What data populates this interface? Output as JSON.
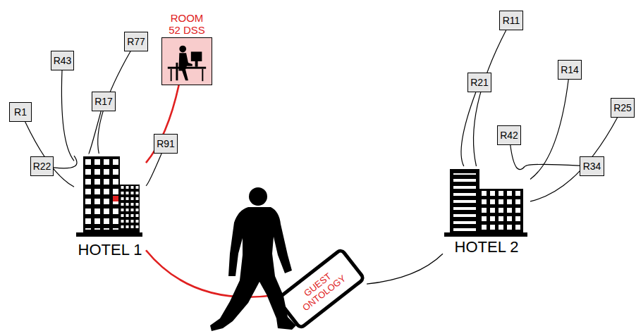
{
  "diagram": {
    "nodes": [
      {
        "text": [
          "R1"
        ]
      },
      {
        "text": [
          "R22"
        ]
      },
      {
        "text": [
          "R43"
        ]
      },
      {
        "text": [
          "R17"
        ]
      },
      {
        "text": [
          "R77"
        ]
      },
      {
        "text": [
          "ROOM 52 DSS"
        ]
      },
      {
        "text": [
          "R91"
        ]
      },
      {
        "text": [
          "HOTEL 1"
        ]
      },
      {
        "text": [
          "GUEST ONTOLOGY"
        ]
      },
      {
        "text": [
          "HOTEL 2"
        ]
      },
      {
        "text": [
          "R21"
        ]
      },
      {
        "text": [
          "R11"
        ]
      },
      {
        "text": [
          "R42"
        ]
      },
      {
        "text": [
          "R14"
        ]
      },
      {
        "text": [
          "R34"
        ]
      },
      {
        "text": [
          "R25"
        ]
      }
    ],
    "edges": [
      {
        "from": 7,
        "to": 0,
        "arrow": "none"
      },
      {
        "from": 7,
        "to": 1,
        "arrow": "none"
      },
      {
        "from": 7,
        "to": 2,
        "arrow": "none"
      },
      {
        "from": 7,
        "to": 3,
        "arrow": "none"
      },
      {
        "from": 7,
        "to": 4,
        "arrow": "none"
      },
      {
        "from": 7,
        "to": 5,
        "arrow": "none"
      },
      {
        "from": 7,
        "to": 6,
        "arrow": "none"
      },
      {
        "from": 7,
        "to": 8,
        "arrow": "none"
      },
      {
        "from": 8,
        "to": 9,
        "arrow": "none"
      },
      {
        "from": 9,
        "to": 10,
        "arrow": "none"
      },
      {
        "from": 9,
        "to": 11,
        "arrow": "none"
      },
      {
        "from": 9,
        "to": 12,
        "arrow": "none"
      },
      {
        "from": 9,
        "to": 13,
        "arrow": "none"
      },
      {
        "from": 9,
        "to": 14,
        "arrow": "none"
      },
      {
        "from": 9,
        "to": 15,
        "arrow": "none"
      }
    ]
  }
}
